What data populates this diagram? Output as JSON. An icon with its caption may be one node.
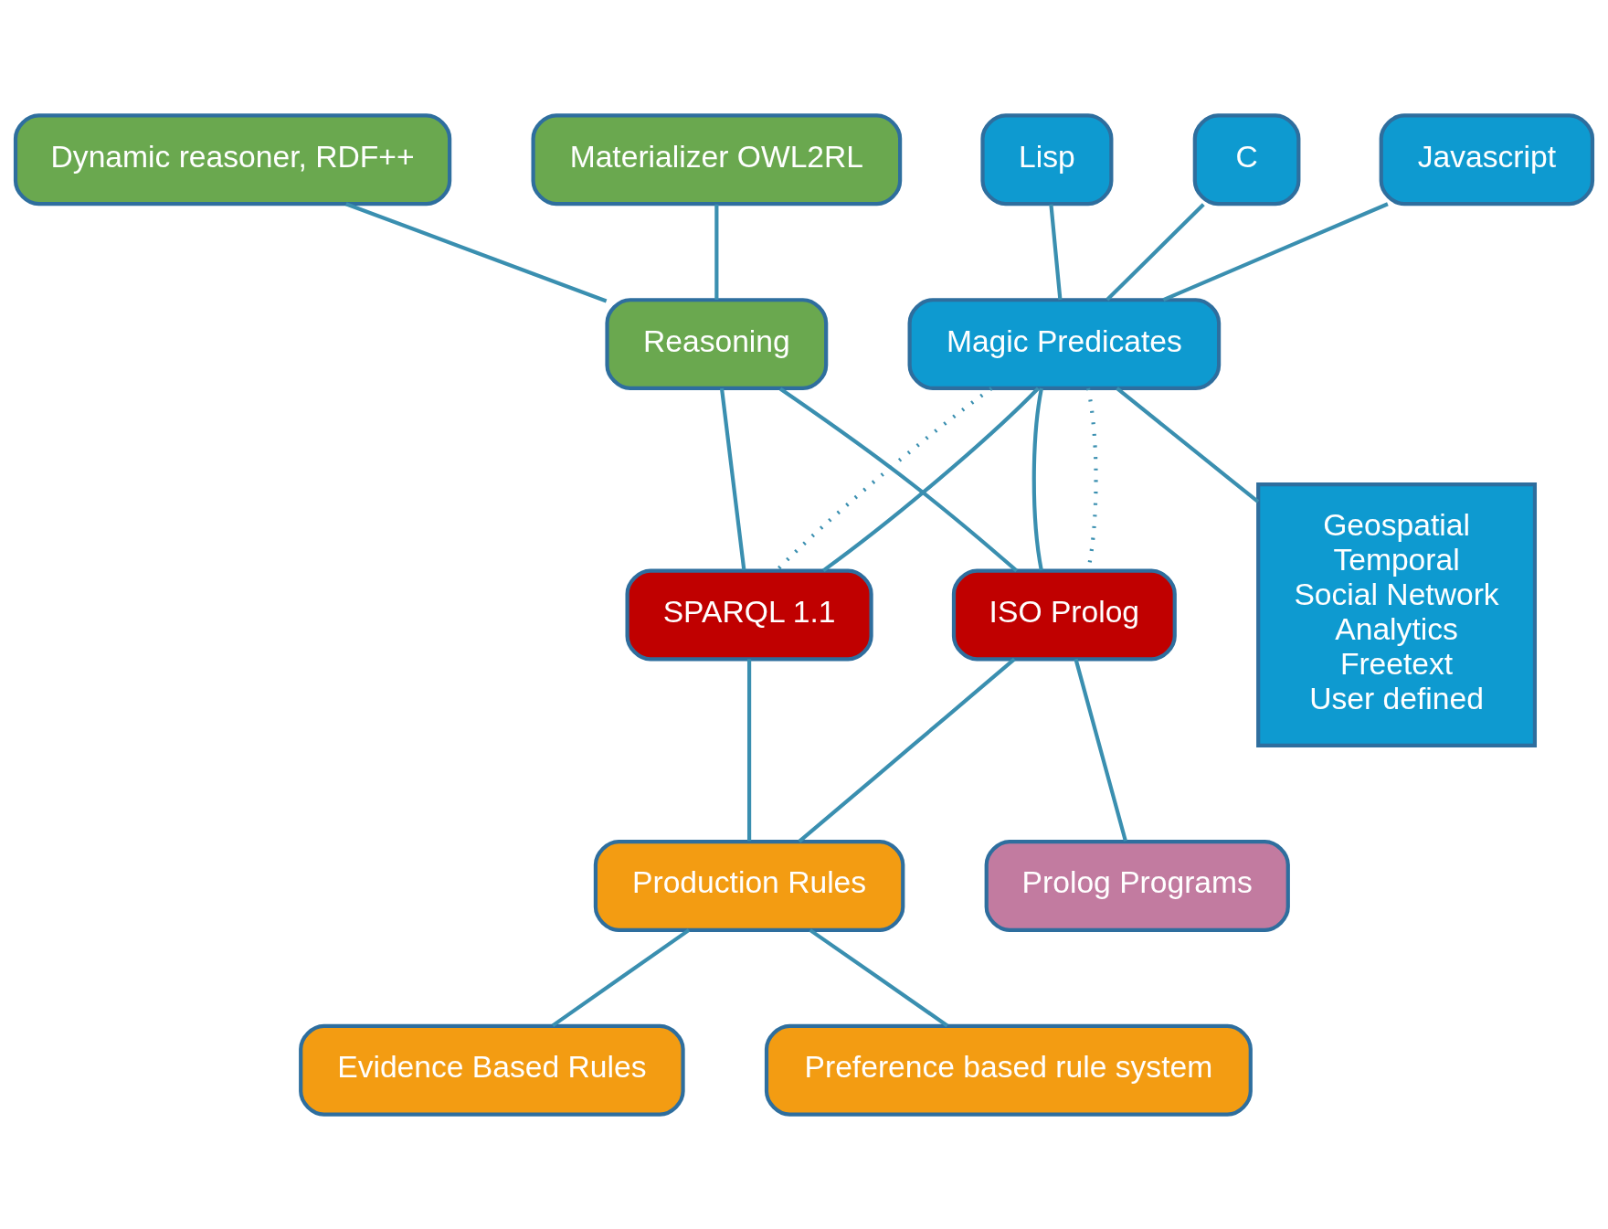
{
  "diagram": {
    "nodes": [
      {
        "text": [
          "Materializer OWL2RL"
        ]
      },
      {
        "text": [
          "Dynamic reasoner, RDF++"
        ]
      },
      {
        "text": [
          "Reasoning"
        ]
      },
      {
        "text": [
          "Lisp"
        ]
      },
      {
        "text": [
          "C"
        ]
      },
      {
        "text": [
          "Javascript"
        ]
      },
      {
        "text": [
          "Magic Predicates"
        ]
      },
      {
        "text": [
          "Geospatial",
          "Temporal",
          "Social Network",
          "Analytics",
          "Freetext",
          "User defined"
        ]
      },
      {
        "text": [
          "ISO Prolog"
        ]
      },
      {
        "text": [
          "SPARQL 1.1"
        ]
      },
      {
        "text": [
          "Prolog Programs"
        ]
      },
      {
        "text": [
          "Production Rules"
        ]
      },
      {
        "text": [
          "Evidence Based Rules"
        ]
      },
      {
        "text": [
          "Preference based rule system"
        ]
      }
    ],
    "edges": [
      {
        "from": 0,
        "to": 2,
        "arrow": "none"
      },
      {
        "from": 1,
        "to": 2,
        "arrow": "none"
      },
      {
        "from": 3,
        "to": 6,
        "arrow": "none"
      },
      {
        "from": 4,
        "to": 6,
        "arrow": "none"
      },
      {
        "from": 5,
        "to": 6,
        "arrow": "none"
      },
      {
        "from": 6,
        "to": 7,
        "arrow": "none"
      },
      {
        "from": 2,
        "to": 8,
        "arrow": "none"
      },
      {
        "from": 2,
        "to": 9,
        "arrow": "none"
      },
      {
        "from": 6,
        "to": 8,
        "arrow": "none"
      },
      {
        "from": 6,
        "to": 8,
        "arrow": "none",
        "style": "dashed"
      },
      {
        "from": 6,
        "to": 9,
        "arrow": "none",
        "style": "dashed"
      },
      {
        "from": 6,
        "to": 9,
        "arrow": "none"
      },
      {
        "from": 8,
        "to": 10,
        "arrow": "none"
      },
      {
        "from": 8,
        "to": 11,
        "arrow": "none"
      },
      {
        "from": 9,
        "to": 11,
        "arrow": "none"
      },
      {
        "from": 11,
        "to": 12,
        "arrow": "none"
      },
      {
        "from": 11,
        "to": 13,
        "arrow": "none"
      }
    ]
  }
}
